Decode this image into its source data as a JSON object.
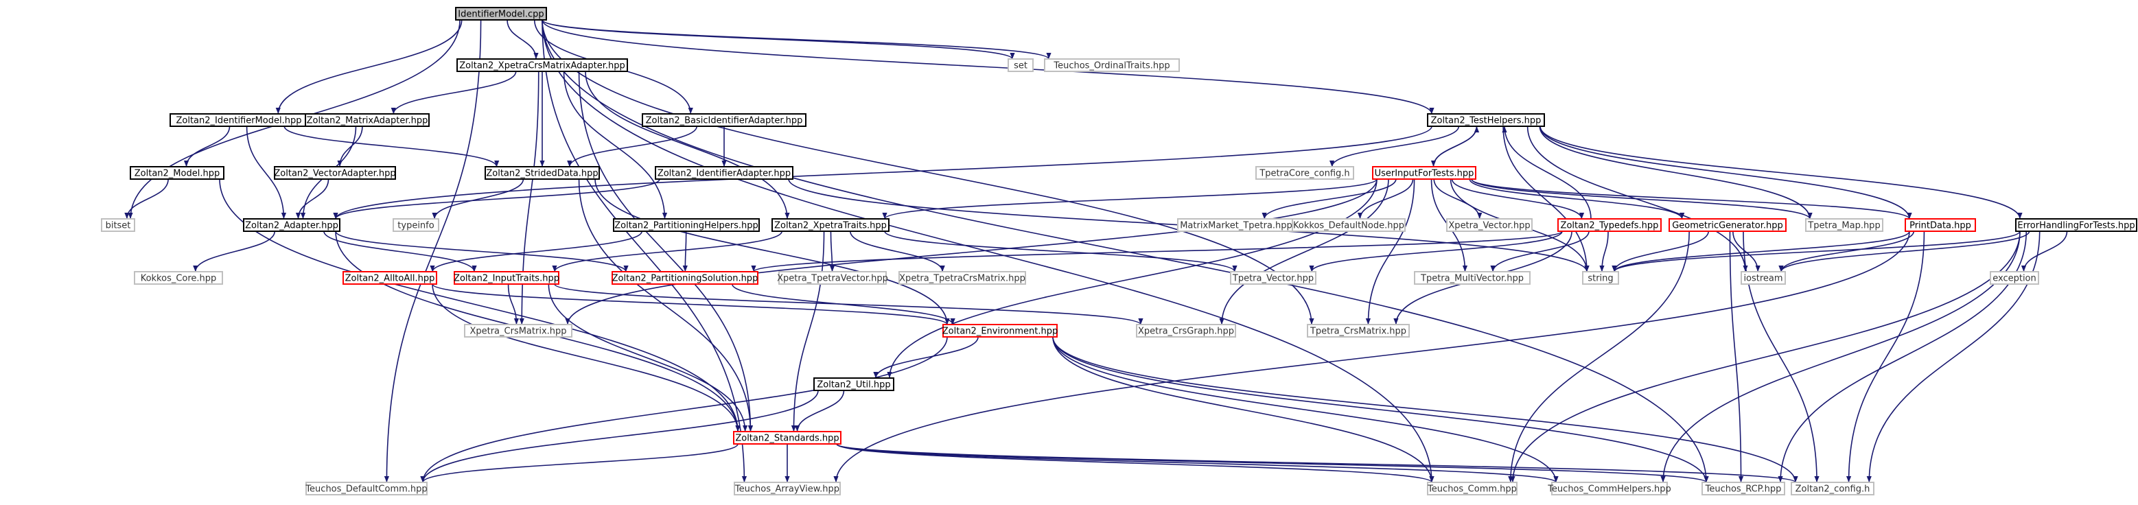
{
  "diagram": {
    "type": "include-dependency-graph",
    "edge_color": "#191970",
    "box_colors": {
      "root_fill": "#bfbfbf",
      "normal": "#000000",
      "red": "#ff0000",
      "gray": "#bfbfbf"
    },
    "nodes": [
      {
        "id": "root",
        "label": "IdentifierModel.cpp",
        "kind": "root"
      },
      {
        "id": "xpcma",
        "label": "Zoltan2_XpetraCrsMatrixAdapter.hpp",
        "kind": "normal"
      },
      {
        "id": "set",
        "label": "set",
        "kind": "gray"
      },
      {
        "id": "ordtr",
        "label": "Teuchos_OrdinalTraits.hpp",
        "kind": "gray"
      },
      {
        "id": "idmodel",
        "label": "Zoltan2_IdentifierModel.hpp",
        "kind": "normal"
      },
      {
        "id": "mtxad",
        "label": "Zoltan2_MatrixAdapter.hpp",
        "kind": "normal"
      },
      {
        "id": "basicid",
        "label": "Zoltan2_BasicIdentifierAdapter.hpp",
        "kind": "normal"
      },
      {
        "id": "testhelp",
        "label": "Zoltan2_TestHelpers.hpp",
        "kind": "normal"
      },
      {
        "id": "model",
        "label": "Zoltan2_Model.hpp",
        "kind": "normal"
      },
      {
        "id": "vecad",
        "label": "Zoltan2_VectorAdapter.hpp",
        "kind": "normal"
      },
      {
        "id": "strided",
        "label": "Zoltan2_StridedData.hpp",
        "kind": "normal"
      },
      {
        "id": "idad",
        "label": "Zoltan2_IdentifierAdapter.hpp",
        "kind": "normal"
      },
      {
        "id": "tpcore",
        "label": "TpetraCore_config.h",
        "kind": "gray"
      },
      {
        "id": "uift",
        "label": "UserInputForTests.hpp",
        "kind": "red"
      },
      {
        "id": "bitset",
        "label": "bitset",
        "kind": "gray"
      },
      {
        "id": "adapter",
        "label": "Zoltan2_Adapter.hpp",
        "kind": "normal"
      },
      {
        "id": "typeinfo",
        "label": "typeinfo",
        "kind": "gray"
      },
      {
        "id": "parthelp",
        "label": "Zoltan2_PartitioningHelpers.hpp",
        "kind": "normal"
      },
      {
        "id": "xptraits",
        "label": "Zoltan2_XpetraTraits.hpp",
        "kind": "normal"
      },
      {
        "id": "mmtp",
        "label": "MatrixMarket_Tpetra.hpp",
        "kind": "gray"
      },
      {
        "id": "kokdef",
        "label": "Kokkos_DefaultNode.hpp",
        "kind": "gray"
      },
      {
        "id": "xpvec",
        "label": "Xpetra_Vector.hpp",
        "kind": "gray"
      },
      {
        "id": "typedefs",
        "label": "Zoltan2_Typedefs.hpp",
        "kind": "red"
      },
      {
        "id": "geogen",
        "label": "GeometricGenerator.hpp",
        "kind": "red"
      },
      {
        "id": "tpmap",
        "label": "Tpetra_Map.hpp",
        "kind": "gray"
      },
      {
        "id": "printdata",
        "label": "PrintData.hpp",
        "kind": "red"
      },
      {
        "id": "ehft",
        "label": "ErrorHandlingForTests.hpp",
        "kind": "normal"
      },
      {
        "id": "kokcore",
        "label": "Kokkos_Core.hpp",
        "kind": "gray"
      },
      {
        "id": "a2a",
        "label": "Zoltan2_AlltoAll.hpp",
        "kind": "red"
      },
      {
        "id": "inptr",
        "label": "Zoltan2_InputTraits.hpp",
        "kind": "red"
      },
      {
        "id": "partsol",
        "label": "Zoltan2_PartitioningSolution.hpp",
        "kind": "red"
      },
      {
        "id": "xptpv",
        "label": "Xpetra_TpetraVector.hpp",
        "kind": "gray"
      },
      {
        "id": "xptpcm",
        "label": "Xpetra_TpetraCrsMatrix.hpp",
        "kind": "gray"
      },
      {
        "id": "tpvec",
        "label": "Tpetra_Vector.hpp",
        "kind": "gray"
      },
      {
        "id": "tpmv",
        "label": "Tpetra_MultiVector.hpp",
        "kind": "gray"
      },
      {
        "id": "string",
        "label": "string",
        "kind": "gray"
      },
      {
        "id": "iostream",
        "label": "iostream",
        "kind": "gray"
      },
      {
        "id": "exception",
        "label": "exception",
        "kind": "gray"
      },
      {
        "id": "xpcrs",
        "label": "Xpetra_CrsMatrix.hpp",
        "kind": "gray"
      },
      {
        "id": "env",
        "label": "Zoltan2_Environment.hpp",
        "kind": "red"
      },
      {
        "id": "xpgraph",
        "label": "Xpetra_CrsGraph.hpp",
        "kind": "gray"
      },
      {
        "id": "tpcrs",
        "label": "Tpetra_CrsMatrix.hpp",
        "kind": "gray"
      },
      {
        "id": "util",
        "label": "Zoltan2_Util.hpp",
        "kind": "normal"
      },
      {
        "id": "std",
        "label": "Zoltan2_Standards.hpp",
        "kind": "red"
      },
      {
        "id": "tdc",
        "label": "Teuchos_DefaultComm.hpp",
        "kind": "gray"
      },
      {
        "id": "tav",
        "label": "Teuchos_ArrayView.hpp",
        "kind": "gray"
      },
      {
        "id": "tcomm",
        "label": "Teuchos_Comm.hpp",
        "kind": "gray"
      },
      {
        "id": "tch",
        "label": "Teuchos_CommHelpers.hpp",
        "kind": "gray"
      },
      {
        "id": "trcp",
        "label": "Teuchos_RCP.hpp",
        "kind": "gray"
      },
      {
        "id": "zcfg",
        "label": "Zoltan2_config.h",
        "kind": "gray"
      }
    ],
    "edges": [
      [
        "root",
        "xpcma"
      ],
      [
        "root",
        "set"
      ],
      [
        "root",
        "ordtr"
      ],
      [
        "root",
        "idmodel"
      ],
      [
        "root",
        "basicid"
      ],
      [
        "root",
        "testhelp"
      ],
      [
        "root",
        "bitset"
      ],
      [
        "root",
        "tdc"
      ],
      [
        "root",
        "tav"
      ],
      [
        "root",
        "tcomm"
      ],
      [
        "root",
        "trcp"
      ],
      [
        "root",
        "tpcrs"
      ],
      [
        "xpcma",
        "mtxad"
      ],
      [
        "xpcma",
        "strided"
      ],
      [
        "xpcma",
        "parthelp"
      ],
      [
        "xpcma",
        "xptraits"
      ],
      [
        "xpcma",
        "xpcrs"
      ],
      [
        "xpcma",
        "std"
      ],
      [
        "idmodel",
        "model"
      ],
      [
        "idmodel",
        "adapter"
      ],
      [
        "idmodel",
        "strided"
      ],
      [
        "mtxad",
        "vecad"
      ],
      [
        "mtxad",
        "adapter"
      ],
      [
        "basicid",
        "idad"
      ],
      [
        "basicid",
        "strided"
      ],
      [
        "model",
        "bitset"
      ],
      [
        "model",
        "std"
      ],
      [
        "vecad",
        "adapter"
      ],
      [
        "strided",
        "typeinfo"
      ],
      [
        "strided",
        "std"
      ],
      [
        "strided",
        "env"
      ],
      [
        "idad",
        "adapter"
      ],
      [
        "idad",
        "string"
      ],
      [
        "adapter",
        "kokcore"
      ],
      [
        "adapter",
        "inptr"
      ],
      [
        "adapter",
        "partsol"
      ],
      [
        "adapter",
        "std"
      ],
      [
        "parthelp",
        "a2a"
      ],
      [
        "parthelp",
        "partsol"
      ],
      [
        "xptraits",
        "inptr"
      ],
      [
        "xptraits",
        "xptpv"
      ],
      [
        "xptraits",
        "xptpcm"
      ],
      [
        "xptraits",
        "tpvec"
      ],
      [
        "xptraits",
        "std"
      ],
      [
        "testhelp",
        "tpcore"
      ],
      [
        "testhelp",
        "uift"
      ],
      [
        "testhelp",
        "tpmap"
      ],
      [
        "testhelp",
        "printdata"
      ],
      [
        "testhelp",
        "ehft"
      ],
      [
        "testhelp",
        "string"
      ],
      [
        "testhelp",
        "iostream"
      ],
      [
        "testhelp",
        "adapter"
      ],
      [
        "uift",
        "testhelp"
      ],
      [
        "uift",
        "mmtp"
      ],
      [
        "uift",
        "kokdef"
      ],
      [
        "uift",
        "xpvec"
      ],
      [
        "uift",
        "typedefs"
      ],
      [
        "uift",
        "geogen"
      ],
      [
        "uift",
        "tpmap"
      ],
      [
        "uift",
        "printdata"
      ],
      [
        "uift",
        "xptraits"
      ],
      [
        "uift",
        "tpmv"
      ],
      [
        "uift",
        "string"
      ],
      [
        "uift",
        "tpcrs"
      ],
      [
        "uift",
        "xpgraph"
      ],
      [
        "uift",
        "xpcrs"
      ],
      [
        "uift",
        "util"
      ],
      [
        "typedefs",
        "testhelp"
      ],
      [
        "typedefs",
        "tpvec"
      ],
      [
        "typedefs",
        "tpmv"
      ],
      [
        "typedefs",
        "tpcrs"
      ],
      [
        "typedefs",
        "partsol"
      ],
      [
        "typedefs",
        "string"
      ],
      [
        "geogen",
        "string"
      ],
      [
        "geogen",
        "iostream"
      ],
      [
        "geogen",
        "tcomm"
      ],
      [
        "geogen",
        "trcp"
      ],
      [
        "geogen",
        "zcfg"
      ],
      [
        "printdata",
        "string"
      ],
      [
        "printdata",
        "iostream"
      ],
      [
        "printdata",
        "tav"
      ],
      [
        "printdata",
        "zcfg"
      ],
      [
        "ehft",
        "exception"
      ],
      [
        "ehft",
        "string"
      ],
      [
        "ehft",
        "iostream"
      ],
      [
        "ehft",
        "tcomm"
      ],
      [
        "ehft",
        "tch"
      ],
      [
        "ehft",
        "trcp"
      ],
      [
        "ehft",
        "zcfg"
      ],
      [
        "a2a",
        "std"
      ],
      [
        "a2a",
        "env"
      ],
      [
        "inptr",
        "xpcrs"
      ],
      [
        "inptr",
        "std"
      ],
      [
        "inptr",
        "xpgraph"
      ],
      [
        "partsol",
        "env"
      ],
      [
        "env",
        "util"
      ],
      [
        "env",
        "tdc"
      ],
      [
        "env",
        "tcomm"
      ],
      [
        "env",
        "tch"
      ],
      [
        "env",
        "trcp"
      ],
      [
        "env",
        "zcfg"
      ],
      [
        "util",
        "std"
      ],
      [
        "util",
        "tdc"
      ],
      [
        "std",
        "tdc"
      ],
      [
        "std",
        "tav"
      ],
      [
        "std",
        "tcomm"
      ],
      [
        "std",
        "tch"
      ],
      [
        "std",
        "trcp"
      ],
      [
        "std",
        "zcfg"
      ]
    ]
  }
}
